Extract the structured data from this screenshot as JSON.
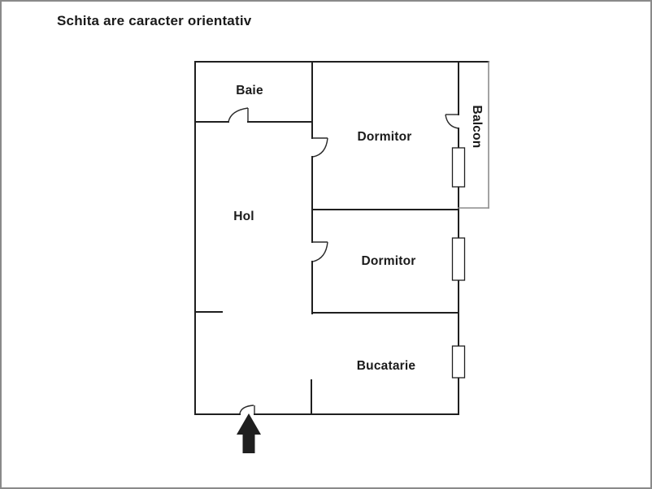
{
  "title": "Schita are caracter orientativ",
  "plan": {
    "rooms": [
      {
        "id": "baie",
        "label": "Baie"
      },
      {
        "id": "dormitor-1",
        "label": "Dormitor"
      },
      {
        "id": "hol",
        "label": "Hol"
      },
      {
        "id": "dormitor-2",
        "label": "Dormitor"
      },
      {
        "id": "bucatarie",
        "label": "Bucatarie"
      },
      {
        "id": "balcon",
        "label": "Balcon"
      }
    ],
    "features": {
      "doors": 5,
      "windows": 3,
      "entrance_marker": "arrow-up"
    }
  },
  "colors": {
    "wall": "#1f1f1f",
    "secondary_line": "#8c8c8c",
    "frame_border": "#8a8a8a",
    "background": "#ffffff",
    "text": "#1a1a1a"
  }
}
